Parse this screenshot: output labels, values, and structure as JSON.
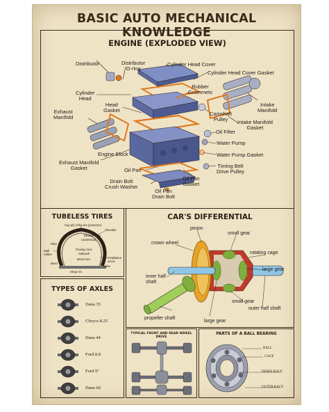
{
  "poster": {
    "title": "BASIC AUTO MECHANICAL KNOWLEDGE"
  },
  "engine": {
    "title": "ENGINE (EXPLODED VIEW)",
    "labels": {
      "distributor": "Distributor",
      "distributor_oring": "Distributor\nO-ring",
      "cylinder_head_cover": "Cylinder Head Cover",
      "cylinder_head_cover_gasket": "Cylinder Head Cover Gasket",
      "cylinder_head": "Cylinder\nHead",
      "rubber_grommets": "Rubber\nGrommets",
      "head_gasket": "Head\nGasket",
      "intake_manifold": "Intake\nManifold",
      "exhaust_manifold": "Exhaust\nManifold",
      "camshaft_pulley": "Camshaft\nPulley",
      "intake_manifold_gasket": "Intake Manifold\nGasket",
      "oil_filter": "Oil Filter",
      "water_pump": "Water Pump",
      "engine_block": "Engine Block",
      "water_pump_gasket": "Water Pump Gasket",
      "exhaust_manifold_gasket": "Exhaust Manifold\nGasket",
      "timing_belt_drive_pulley": "Timing Belt\nDrive Pulley",
      "oil_pan": "Oil Pan",
      "oil_pan_gasket": "Oil Pan\nGasket",
      "drain_bolt_crush_washer": "Drain Bolt\nCrush Washer",
      "oil_pan_drain_bolt": "Oil Pan\nDrain Bolt"
    }
  },
  "tires": {
    "title": "TUBELESS TIRES",
    "labels": {
      "cap_ply": "Cap ply of the tire (protector)",
      "shoulder": "Shoulder",
      "breaker_strip": "Breaker strip",
      "undertread": "Undertread",
      "filler": "Filler",
      "flexing_zone": "Flexing zone",
      "sidewall": "Sidewall",
      "wall_rubber": "Wall\nrubber",
      "bead_core": "Bead core",
      "bead": "Bead",
      "installation_arrow": "Installation\narrow",
      "valve": "Valve",
      "strap_rim": "Strap rim"
    }
  },
  "differential": {
    "title": "CAR'S DIFFERENTIAL",
    "labels": {
      "pinion": "pinion",
      "small_gear_top": "small gear",
      "crown_wheel": "crown wheel",
      "rotating_cage": "rotating cage",
      "large_gear_right": "large gear",
      "inner_half_shaft": "inner half\nshaft",
      "small_gear_bottom": "small gear",
      "outer_half_shaft": "outer  half shaft",
      "propeller_shaft": "propeller shaft",
      "large_gear_bottom": "large gear"
    }
  },
  "axles": {
    "title": "TYPES OF AXLES",
    "items": [
      "Dana 35",
      "Chryco 8.25",
      "Dana 44",
      "Ford 8.8",
      "Ford 9\"",
      "Dana 60"
    ]
  },
  "wheel_drive": {
    "title": "TYPICAL FRONT AND REAR WHEEL DRIVE"
  },
  "bearing": {
    "title": "PARTS OF A BALL BEARING",
    "labels": {
      "ball": "BALL",
      "cage": "CAGE",
      "inner_race": "INNER RACE",
      "outer_race": "OUTER RACE"
    }
  },
  "colors": {
    "paper": "#efe3c6",
    "ink": "#2b2015",
    "engine_blue": "#6d7fb8",
    "gasket_orange": "#e0781f",
    "shaft_blue": "#8fc6e6",
    "crown_gold": "#e6a326",
    "gear_green": "#7fae3f",
    "cage_red": "#c0392b"
  }
}
